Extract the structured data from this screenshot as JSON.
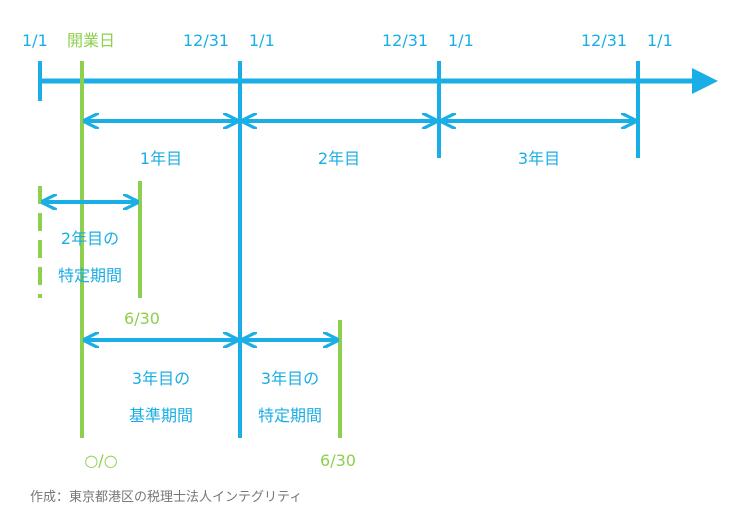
{
  "colors": {
    "blue": "#1aaee6",
    "green": "#8dcf4e",
    "gray": "#777777"
  },
  "timeline": {
    "dates": {
      "d1": "1/1",
      "open": "開業日",
      "end1": "12/31",
      "d2": "1/1",
      "end2": "12/31",
      "d3": "1/1",
      "end3": "12/31",
      "d4": "1/1"
    }
  },
  "periods": {
    "year1": "1年目",
    "year2": "2年目",
    "year3": "3年目"
  },
  "year2_specific": {
    "line1": "2年目の",
    "line2": "特定期間",
    "end_date": "6/30"
  },
  "year3_base": {
    "line1": "3年目の",
    "line2": "基準期間",
    "start_date": "○/○"
  },
  "year3_specific": {
    "line1": "3年目の",
    "line2": "特定期間",
    "end_date": "6/30"
  },
  "credit": "作成：東京都港区の税理士法人インテグリティ"
}
